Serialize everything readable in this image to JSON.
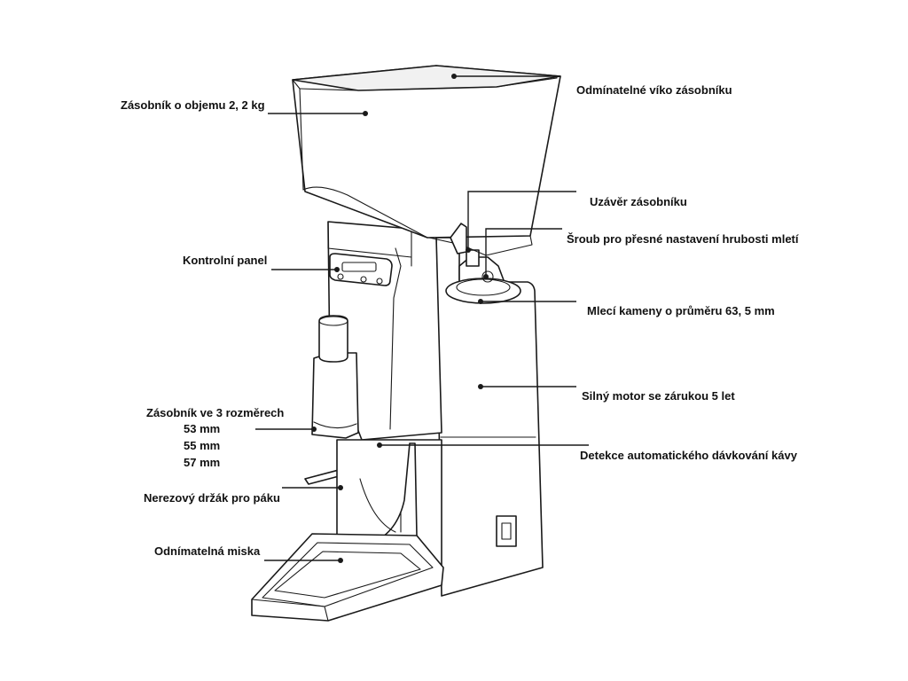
{
  "labels": {
    "hopper": "Zásobník o objemu 2, 2 kg",
    "lid": "Odmínatelné víko zásobníku",
    "hopper_shutoff": "Uzávěr zásobníku",
    "grind_screw": "Šroub pro přesné nastavení hrubosti mletí",
    "control_panel": "Kontrolní panel",
    "burrs": "Mlecí kameny o průměru 63, 5 mm",
    "motor": "Silný motor se zárukou 5 let",
    "dosing_hopper": "Zásobník ve 3 rozměrech",
    "size_1": "53 mm",
    "size_2": "55 mm",
    "size_3": "57 mm",
    "dose_detection": "Detekce automatického dávkování kávy",
    "holder": "Nerezový držák pro páku",
    "tray": "Odnímatelná miska"
  },
  "colors": {
    "line": "#1a1a1a",
    "fill": "#ffffff",
    "shade": "#f1f1f1"
  }
}
